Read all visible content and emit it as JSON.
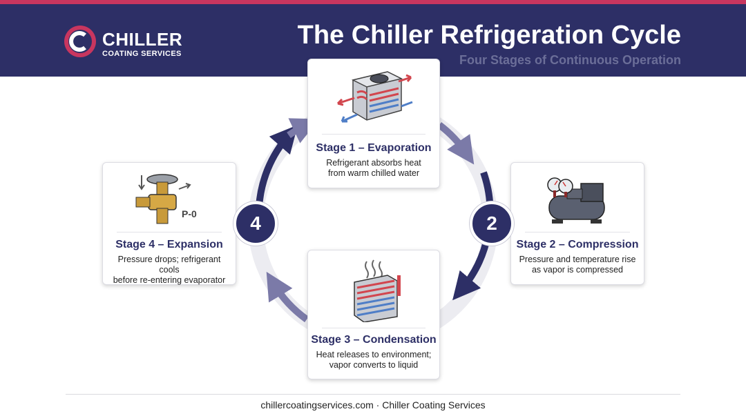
{
  "header": {
    "brand_name": "CHILLER",
    "brand_sub": "COATING SERVICES",
    "title": "The Chiller Refrigeration Cycle",
    "subtitle": "Four Stages of Continuous Operation"
  },
  "stages": [
    {
      "number": "1",
      "title": "Stage 1 – Evaporation",
      "line1": "Refrigerant absorbs heat",
      "line2": "from warm chilled water",
      "icon": "evaporator-icon"
    },
    {
      "number": "2",
      "title": "Stage 2 – Compression",
      "line1": "Pressure and temperature rise",
      "line2": "as vapor is compressed",
      "icon": "compressor-icon"
    },
    {
      "number": "3",
      "title": "Stage 3 – Condensation",
      "line1": "Heat releases to environment;",
      "line2": "vapor converts to liquid",
      "icon": "condenser-icon"
    },
    {
      "number": "4",
      "title": "Stage 4 – Expansion",
      "line1": "Pressure drops; refrigerant cools",
      "line2": "before re-entering evaporator",
      "icon": "expansion-valve-icon",
      "icon_label": "P-0"
    }
  ],
  "footer": "chillercoatingservices.com · Chiller Coating Services",
  "colors": {
    "navy": "#2d2f66",
    "accent": "#c8365f",
    "arrow_light": "#7b7aa8",
    "ring": "#ececf1"
  }
}
